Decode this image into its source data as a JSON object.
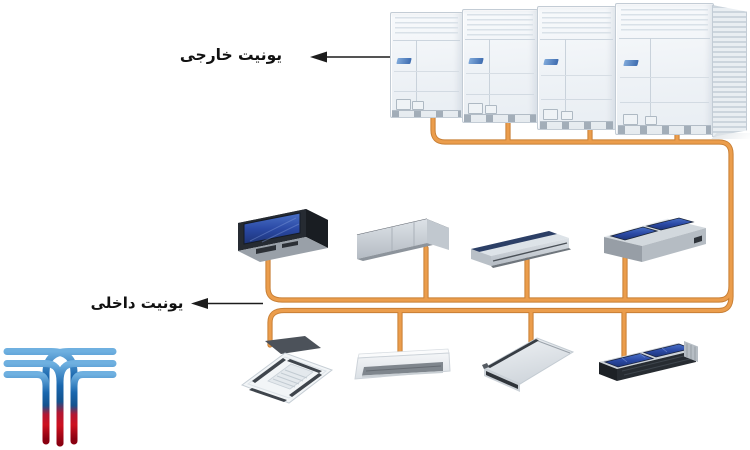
{
  "labels": {
    "outdoor_unit": "یونیت خارجی",
    "indoor_unit": "یونیت داخلی"
  },
  "diagram": {
    "description": "VRF air conditioning system schematic",
    "outdoor_units": {
      "count": 4,
      "type": "VRF outdoor cabinet",
      "sticker": "blue-brand-logo"
    },
    "indoor_units_row1": [
      "ducted-dark-blue-panel",
      "ducted-silver-dark-top",
      "ducted-slim-silver",
      "ducted-large-two-inlets"
    ],
    "indoor_units_row2": [
      "cassette-4way",
      "wall-mounted-split",
      "cassette-1way",
      "ducted-blue-filters"
    ],
    "colors": {
      "pipe": "#E0923F",
      "pipe_shade": "#C87F35",
      "arrow": "#1C1C1C",
      "logo_blue": "#1B6CB5",
      "logo_red": "#C41126",
      "unit_blue_panel": "#2B4AA6"
    }
  }
}
